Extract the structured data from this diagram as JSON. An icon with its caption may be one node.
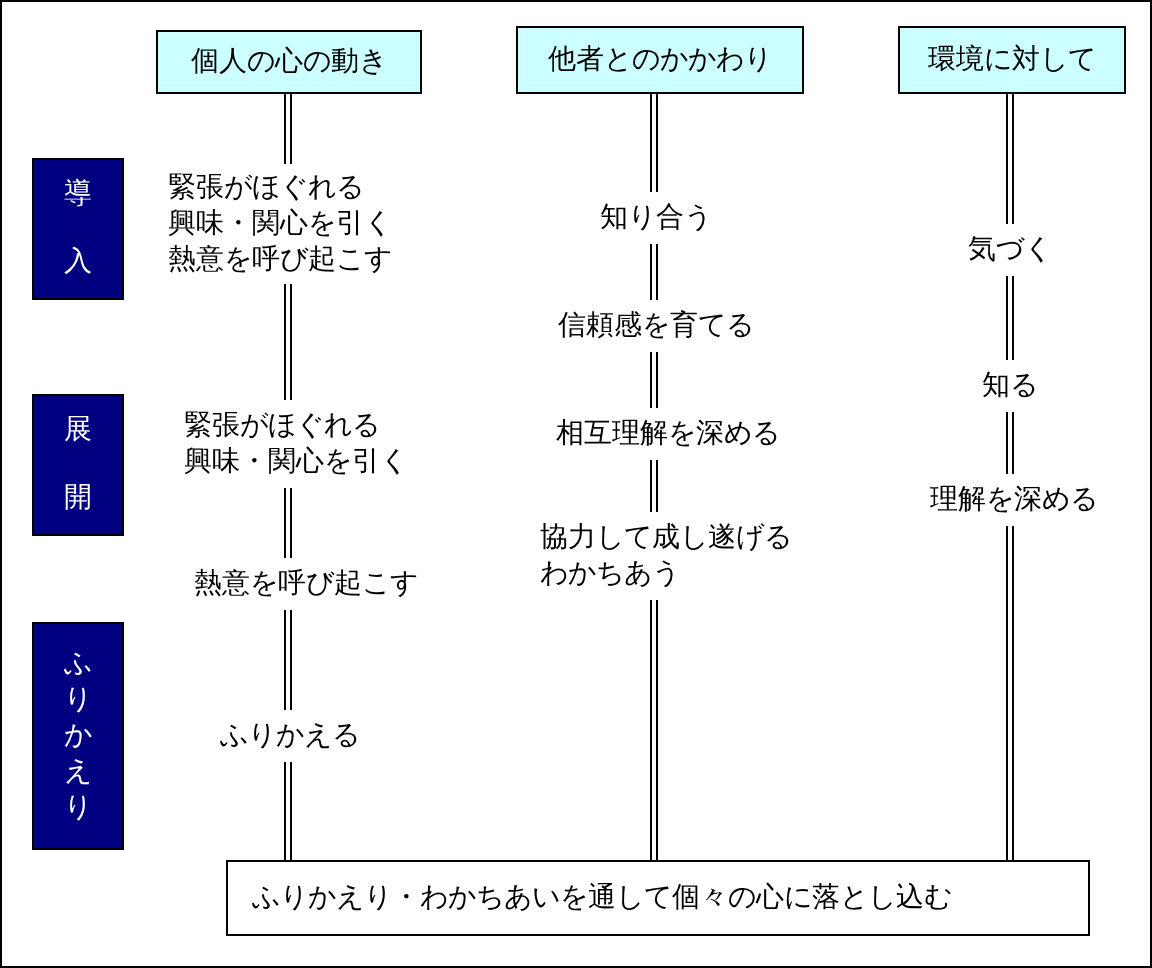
{
  "diagram": {
    "nodes": [
      {
        "text": [
          "個人の心の動き"
        ]
      },
      {
        "text": [
          "他者とのかかわり"
        ]
      },
      {
        "text": [
          "環境に対して"
        ]
      },
      {
        "text": [
          "導入"
        ]
      },
      {
        "text": [
          "緊張がほぐれる",
          "興味・関心を引く",
          "熱意を呼び起こす"
        ]
      },
      {
        "text": [
          "知り合う"
        ]
      },
      {
        "text": [
          "気づく"
        ]
      },
      {
        "text": [
          "信頼感を育てる"
        ]
      },
      {
        "text": [
          "知る"
        ]
      },
      {
        "text": [
          "展開"
        ]
      },
      {
        "text": [
          "緊張がほぐれる",
          "興味・関心を引く"
        ]
      },
      {
        "text": [
          "相互理解を深める"
        ]
      },
      {
        "text": [
          "理解を深める"
        ]
      },
      {
        "text": [
          "協力して成し遂げる",
          "わかちあう"
        ]
      },
      {
        "text": [
          "熱意を呼び起こす"
        ]
      },
      {
        "text": [
          "ふりかえり"
        ]
      },
      {
        "text": [
          "ふりかえる"
        ]
      },
      {
        "text": [
          "ふりかえり・わかちあいを通して個々の心に落とし込む"
        ]
      }
    ],
    "edges": [
      {
        "from": 0,
        "to": 4,
        "arrow": "none"
      },
      {
        "from": 4,
        "to": 10,
        "arrow": "none"
      },
      {
        "from": 10,
        "to": 14,
        "arrow": "none"
      },
      {
        "from": 14,
        "to": 16,
        "arrow": "none"
      },
      {
        "from": 16,
        "to": 17,
        "arrow": "none"
      },
      {
        "from": 1,
        "to": 5,
        "arrow": "none"
      },
      {
        "from": 5,
        "to": 7,
        "arrow": "none"
      },
      {
        "from": 7,
        "to": 11,
        "arrow": "none"
      },
      {
        "from": 11,
        "to": 13,
        "arrow": "none"
      },
      {
        "from": 13,
        "to": 17,
        "arrow": "none"
      },
      {
        "from": 2,
        "to": 6,
        "arrow": "none"
      },
      {
        "from": 6,
        "to": 8,
        "arrow": "none"
      },
      {
        "from": 8,
        "to": 12,
        "arrow": "none"
      },
      {
        "from": 12,
        "to": 17,
        "arrow": "none"
      }
    ]
  }
}
